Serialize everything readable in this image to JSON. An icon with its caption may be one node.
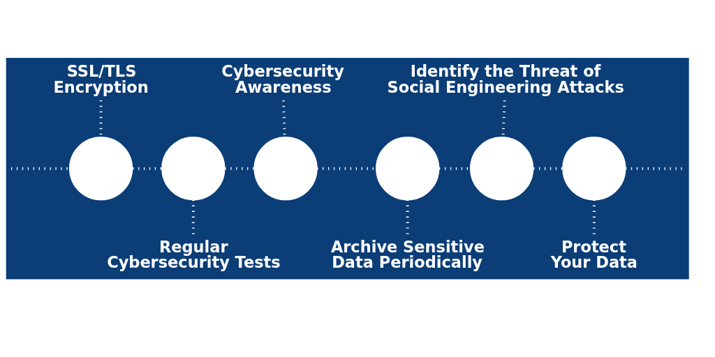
{
  "diagram": {
    "nodes": [
      {
        "text": [
          "SSL/TLS Encryption"
        ]
      },
      {
        "text": [],
        "shape": "circle"
      },
      {
        "text": [],
        "shape": "circle"
      },
      {
        "text": [
          "Regular Cybersecurity Tests"
        ]
      },
      {
        "text": [
          "Cybersecurity Awareness"
        ]
      },
      {
        "text": [],
        "shape": "circle"
      },
      {
        "text": [],
        "shape": "circle"
      },
      {
        "text": [
          "Archive Sensitive Data Periodically"
        ]
      },
      {
        "text": [
          "Identify the Threat of Social Engineering Attacks"
        ]
      },
      {
        "text": [],
        "shape": "circle"
      },
      {
        "text": [],
        "shape": "circle"
      },
      {
        "text": [
          "Protect Your Data"
        ]
      }
    ],
    "edges": [
      {
        "from": null,
        "to": 1,
        "arrow": "none"
      },
      {
        "from": 0,
        "to": 1,
        "arrow": "none"
      },
      {
        "from": 1,
        "to": 2,
        "arrow": "none"
      },
      {
        "from": 2,
        "to": 3,
        "arrow": "none"
      },
      {
        "from": 2,
        "to": 5,
        "arrow": "none"
      },
      {
        "from": 4,
        "to": 5,
        "arrow": "none"
      },
      {
        "from": 5,
        "to": 6,
        "arrow": "none"
      },
      {
        "from": 6,
        "to": 7,
        "arrow": "none"
      },
      {
        "from": 6,
        "to": 9,
        "arrow": "none"
      },
      {
        "from": 8,
        "to": 9,
        "arrow": "none"
      },
      {
        "from": 9,
        "to": 10,
        "arrow": "none"
      },
      {
        "from": 10,
        "to": 11,
        "arrow": "none"
      },
      {
        "from": 10,
        "to": null,
        "arrow": "none"
      }
    ]
  }
}
